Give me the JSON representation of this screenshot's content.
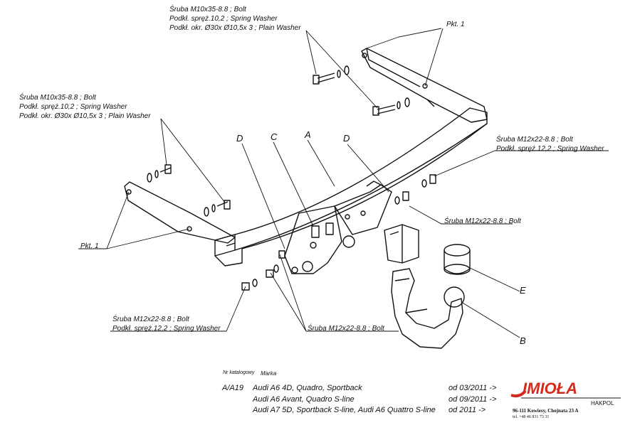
{
  "labels": {
    "bolt_top": [
      "Śruba M10x35-8.8 ;  Bolt",
      "Podkł. spręż.10,2 ; Spring Washer",
      "Podkł. okr.  Ø30x Ø10,5x 3 ; Plain Washer"
    ],
    "bolt_left": [
      "Śruba M10x35-8.8 ;  Bolt",
      "Podkł. spręż.10,2 ; Spring Washer",
      "Podkł. okr.  Ø30x Ø10,5x 3 ; Plain Washer"
    ],
    "bolt_right": [
      "Śruba M12x22-8.8 ;  Bolt",
      "Podkł. spręż.12,2 ; Spring Washer"
    ],
    "bolt_right_lower": "Śruba M12x22-8.8 ;  Bolt",
    "bolt_bottom_left": [
      "Śruba M12x22-8.8 ;  Bolt",
      "Podkł. spręż.12,2 ; Spring Washer"
    ],
    "bolt_bottom_mid": "Śruba M12x22-8.8 ;  Bolt",
    "pkt_top": "Pkt. 1",
    "pkt_left": "Pkt. 1",
    "letter_d1": "D",
    "letter_c": "C",
    "letter_a": "A",
    "letter_d2": "D",
    "letter_e": "E",
    "letter_b": "B"
  },
  "footer": {
    "catalog_label": "Nr katalogowy",
    "brand_label": "Marka",
    "catalog_number": "A/A19",
    "rows": [
      {
        "model": "Audi A6 4D, Quadro, Sportback",
        "date": "od 03/2011 ->"
      },
      {
        "model": "Audi A6 Avant, Quadro S-line",
        "date": "od 09/2011 ->"
      },
      {
        "model": "Audi A7 5D, Sportback S-line, Audi A6 Quattro S-line",
        "date": "od 2011 ->"
      }
    ]
  },
  "logo": {
    "name": "IMIOŁA",
    "sub": "HAKPOL",
    "address": "96-111 Kowiesy, Chojnata 23 A",
    "phone": "tel. +48 46 831 73 31",
    "accent_color": "#d42a1c"
  }
}
